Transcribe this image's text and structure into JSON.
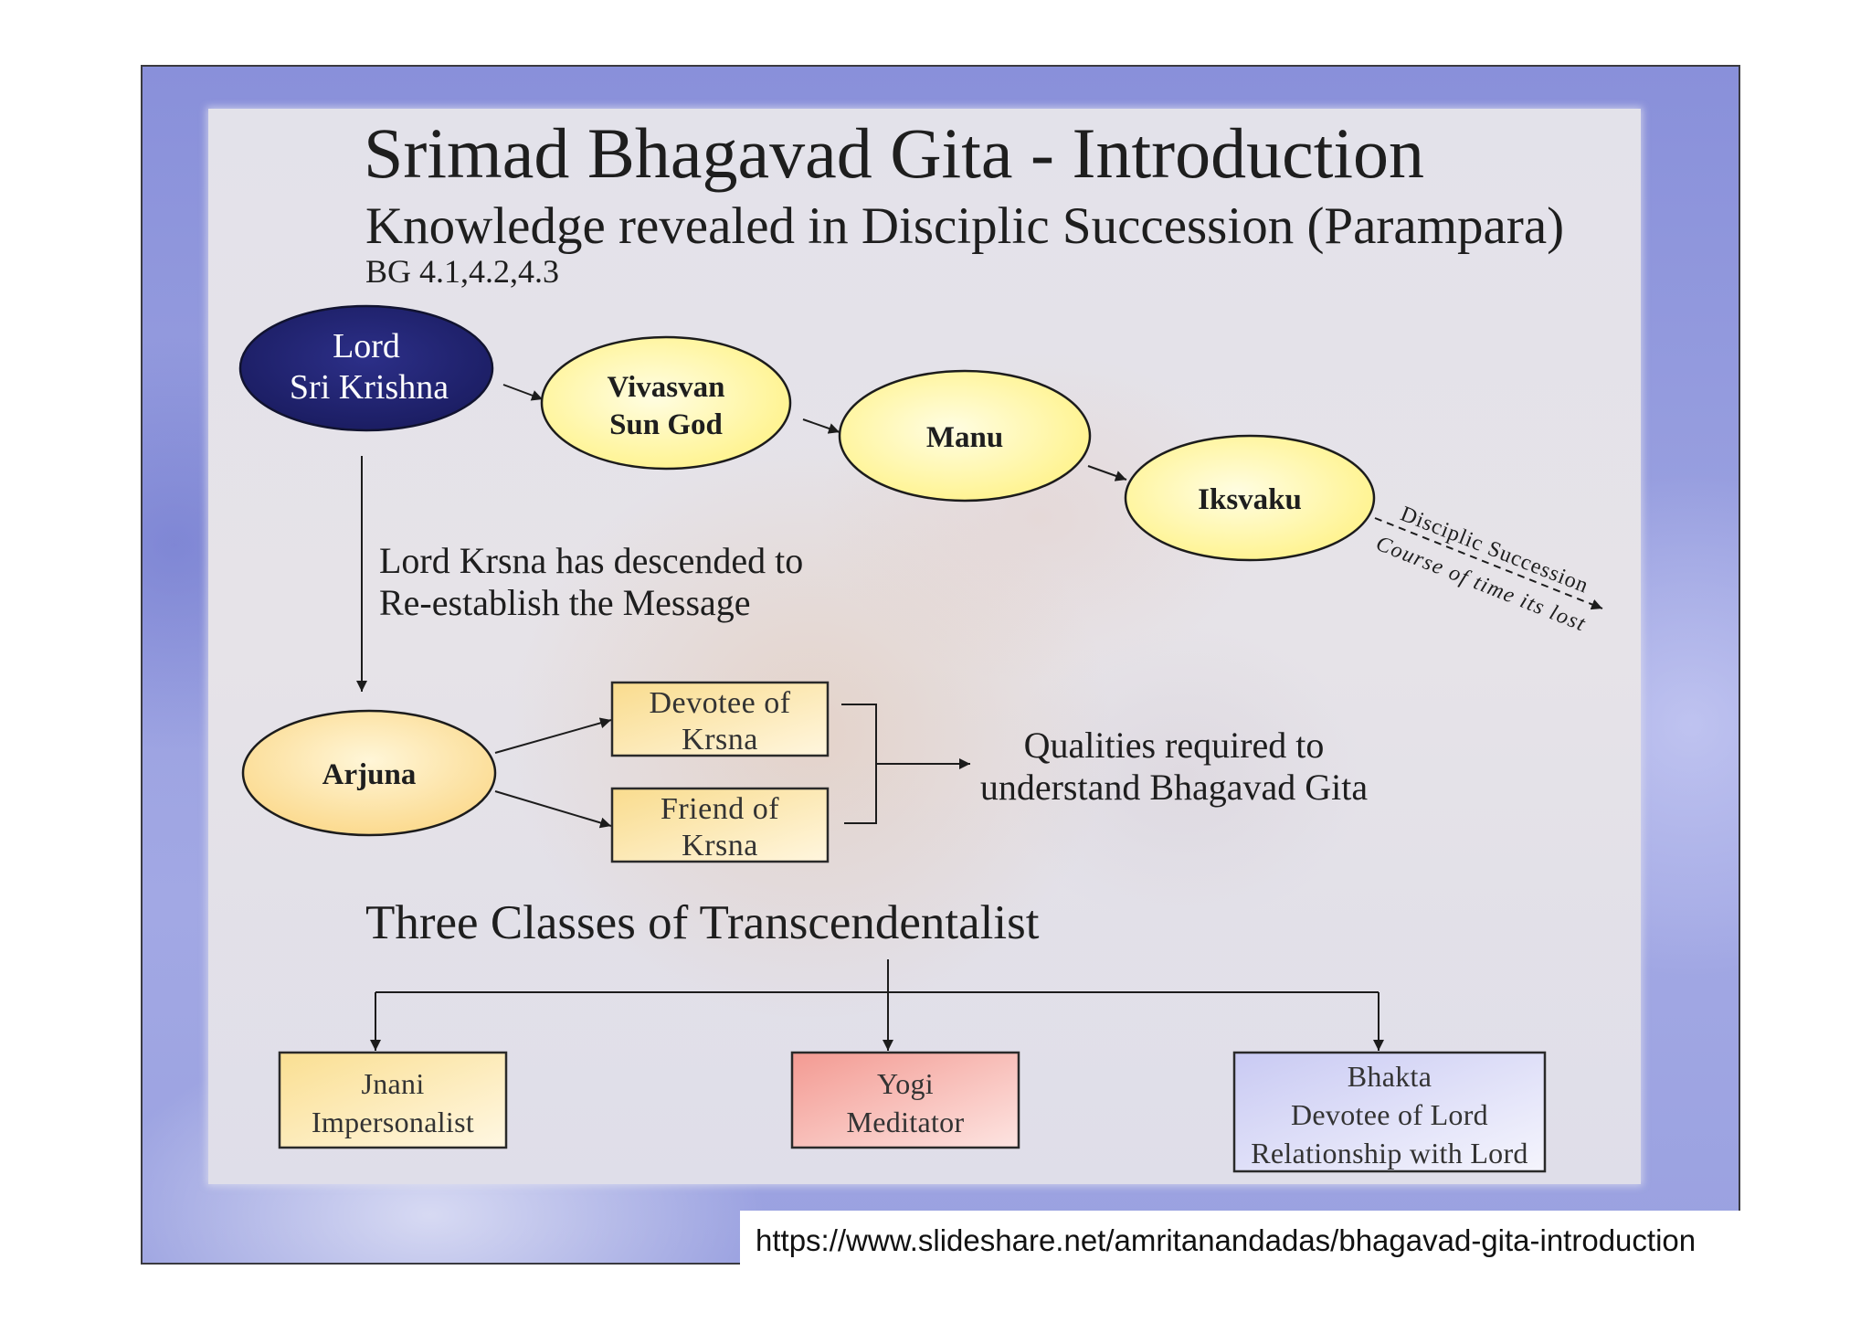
{
  "slide": {
    "title": "Srimad Bhagavad Gita - Introduction",
    "subtitle": "Knowledge revealed in Disciplic Succession (Parampara)",
    "reference": "BG 4.1,4.2,4.3"
  },
  "succession": {
    "nodes": [
      {
        "lines": [
          "Lord",
          "Sri Krishna"
        ]
      },
      {
        "lines": [
          "Vivasvan",
          "Sun God"
        ]
      },
      {
        "lines": [
          "Manu"
        ]
      },
      {
        "lines": [
          "Iksvaku"
        ]
      }
    ],
    "label_above_line": "Disciplic Succession",
    "label_below_line": "Course of time its lost"
  },
  "descent_note": {
    "lines": [
      "Lord Krsna has descended to",
      "Re-establish the Message"
    ]
  },
  "arjuna": {
    "label": "Arjuna",
    "qualities": [
      {
        "lines": [
          "Devotee of",
          "Krsna"
        ]
      },
      {
        "lines": [
          "Friend of",
          "Krsna"
        ]
      }
    ],
    "result": {
      "lines": [
        "Qualities required to",
        "understand Bhagavad Gita"
      ]
    }
  },
  "transcendentalists": {
    "heading": "Three Classes of Transcendentalist",
    "classes": [
      {
        "lines": [
          "Jnani",
          "Impersonalist"
        ]
      },
      {
        "lines": [
          "Yogi",
          "Meditator"
        ]
      },
      {
        "lines": [
          "Bhakta",
          "Devotee of Lord",
          "Relationship with Lord"
        ]
      }
    ]
  },
  "source_url": "https://www.slideshare.net/amritanandadas/bhagavad-gita-introduction",
  "colors": {
    "krishna_node": "#1a1c60",
    "succession_node": "#fff38c",
    "arjuna_node": "#fbd98c",
    "quality_box": "#f9dc8e",
    "jnani_box": "#fadf92",
    "yogi_box": "#f39a92",
    "bhakta_box": "#c9caf3",
    "slide_background": "#979edf"
  }
}
